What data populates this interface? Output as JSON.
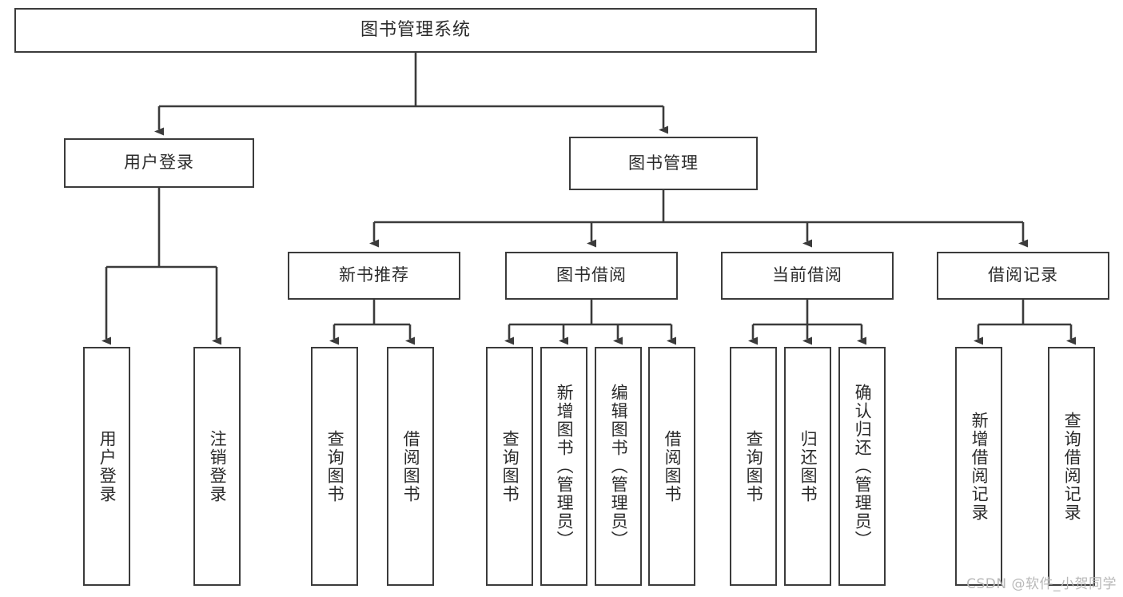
{
  "diagram": {
    "title": "图书管理系统",
    "type": "tree",
    "watermark": "CSDN @软件_小贺同学",
    "colors": {
      "stroke": "#3b3b3b",
      "text": "#2b2b2b",
      "background": "#ffffff",
      "watermark": "#b8b8b8"
    },
    "levels": {
      "level1": [
        "图书管理系统"
      ],
      "level2": [
        "用户登录",
        "图书管理"
      ],
      "level3": [
        "新书推荐",
        "图书借阅",
        "当前借阅",
        "借阅记录"
      ],
      "level4": [
        "用户登录",
        "注销登录",
        "查询图书",
        "借阅图书",
        "查询图书",
        "新增图书（管理员）",
        "编辑图书（管理员）",
        "借阅图书",
        "查询图书",
        "归还图书",
        "确认归还（管理员）",
        "新增借阅记录",
        "查询借阅记录"
      ]
    },
    "nodes": {
      "root": "图书管理系统",
      "user_login": "用户登录",
      "book_manage": "图书管理",
      "new_book_rec": "新书推荐",
      "book_borrow": "图书借阅",
      "current_borrow": "当前借阅",
      "borrow_record": "借阅记录",
      "leaf_user_login": "用户登录",
      "leaf_logout": "注销登录",
      "leaf_query_book_a": "查询图书",
      "leaf_borrow_book_a": "借阅图书",
      "leaf_query_book_b": "查询图书",
      "leaf_add_book_admin": "新增图书（管理员）",
      "leaf_edit_book_admin": "编辑图书（管理员）",
      "leaf_borrow_book_b": "借阅图书",
      "leaf_query_book_c": "查询图书",
      "leaf_return_book": "归还图书",
      "leaf_confirm_return_admin": "确认归还（管理员）",
      "leaf_add_record": "新增借阅记录",
      "leaf_query_record": "查询借阅记录"
    }
  }
}
